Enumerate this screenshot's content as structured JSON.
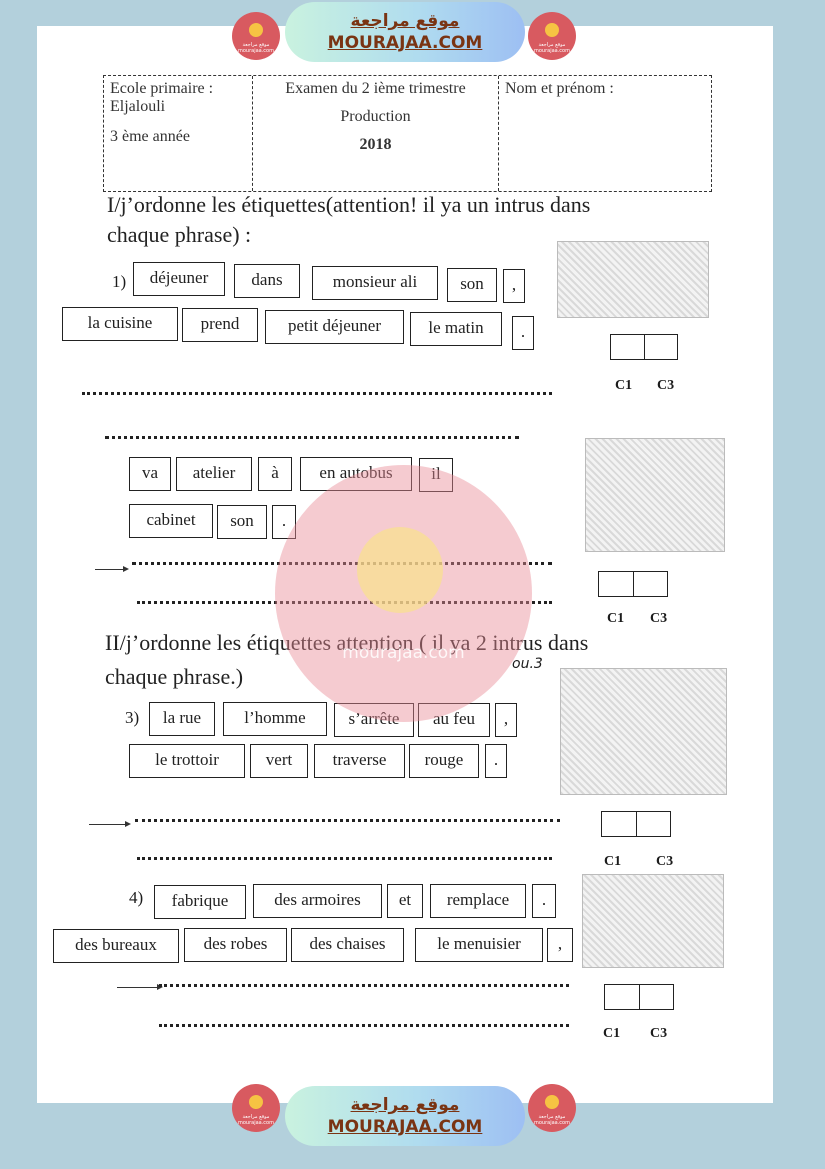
{
  "branding": {
    "arabic_title": "موقع مراجعة",
    "site_name": "MOURAJAA.COM",
    "badge_text": "موقع مراجعة mourajaa.com",
    "watermark_text": "mourajaa.com"
  },
  "header": {
    "school_label": "Ecole primaire :",
    "school_name": "Eljalouli",
    "grade": "3 ème année",
    "exam_title": "Examen du 2 ième trimestre",
    "subject": "Production",
    "year": "2018",
    "name_label": "Nom et prénom :"
  },
  "section1": {
    "instruction_line1": "I/j’ordonne les étiquettes(attention! il ya un intrus dans",
    "instruction_line2": "chaque phrase) :",
    "exercise1": {
      "number": "1)",
      "row1": [
        "déjeuner",
        "dans",
        "monsieur ali",
        "son",
        ","
      ],
      "row2": [
        "la cuisine",
        "prend",
        "petit déjeuner",
        "le matin",
        "."
      ]
    },
    "exercise2": {
      "row1": [
        "va",
        "atelier",
        "à",
        "en autobus",
        "il"
      ],
      "row2": [
        "cabinet",
        "son",
        "."
      ]
    }
  },
  "section2": {
    "instruction_line1": "II/j’ordonne les étiquettes attention ( il ya 2 intrus dans",
    "instruction_line2": "chaque phrase.)",
    "handwritten_note": "ou.3",
    "exercise3": {
      "number": "3)",
      "row1": [
        "la rue",
        "l’homme",
        "s’arrête",
        "au feu",
        ","
      ],
      "row2": [
        "le trottoir",
        "vert",
        "traverse",
        "rouge",
        "."
      ]
    },
    "exercise4": {
      "number": "4)",
      "row1": [
        "fabrique",
        "des armoires",
        "et",
        "remplace",
        "."
      ],
      "row2": [
        "des bureaux",
        "des robes",
        "des chaises",
        "le menuisier",
        ","
      ]
    }
  },
  "criteria": {
    "c1": "C1",
    "c3": "C3"
  }
}
